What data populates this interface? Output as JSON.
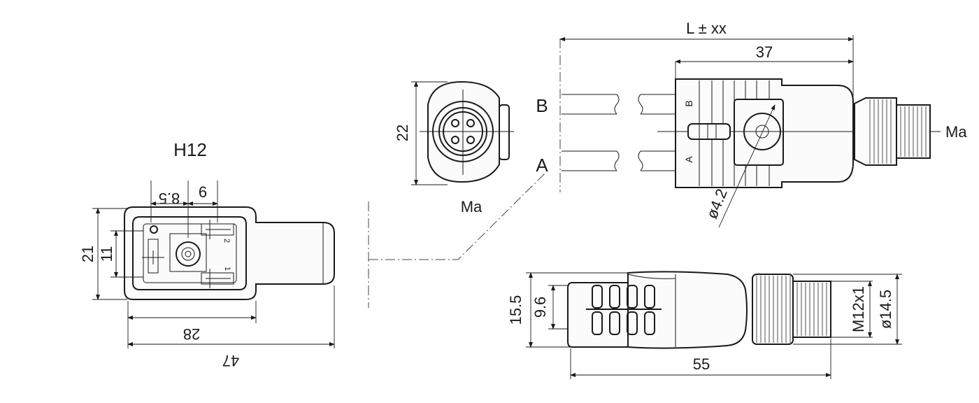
{
  "views": {
    "h12": {
      "title": "H12",
      "dims": {
        "d_8_5": "8.5",
        "d_6": "6",
        "d_21": "21",
        "d_11": "11",
        "d_28": "28",
        "d_47": "47"
      },
      "pins": {
        "p2": "2",
        "p1": "1"
      }
    },
    "ma_front": {
      "label": "Ma",
      "dim_22": "22"
    },
    "side": {
      "wire_b": "B",
      "wire_a": "A",
      "tag_b": "B",
      "tag_a": "A",
      "dim_total": "L ± xx",
      "dim_37": "37",
      "dim_hole": "ø4.2",
      "ma_tag": "Ma"
    },
    "bottom": {
      "dim_15_5": "15.5",
      "dim_9_6": "9.6",
      "dim_55": "55",
      "dim_thread": "M12x1",
      "dim_dia": "ø14.5"
    }
  }
}
